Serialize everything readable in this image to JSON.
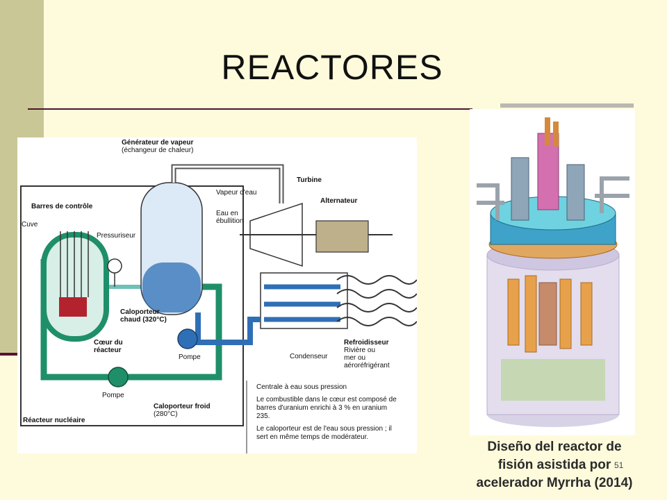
{
  "slide": {
    "title": "REACTORES",
    "slide_number": "51"
  },
  "schematic": {
    "labels": {
      "generator": "Générateur de vapeur",
      "generator_sub": "(échangeur de chaleur)",
      "steam": "Vapeur d'eau",
      "boiling_line1": "Eau en",
      "boiling_line2": "ébullition",
      "turbine": "Turbine",
      "alternator": "Alternateur",
      "control_rods": "Barres de contrôle",
      "vessel": "Cuve",
      "pressurizer": "Pressuriseur",
      "hot_coolant_line1": "Caloporteur",
      "hot_coolant_line2": "chaud (320°C)",
      "core_line1": "Cœur du",
      "core_line2": "réacteur",
      "pump_upper": "Pompe",
      "pump_lower": "Pompe",
      "condenser": "Condenseur",
      "cooler": "Refroidisseur",
      "cooler_sub1": "Rivière ou",
      "cooler_sub2": "mer ou",
      "cooler_sub3": "aéroréfrigérant",
      "cold_coolant_line1": "Caloporteur froid",
      "cold_coolant_line2": "(280°C)",
      "reactor": "Réacteur nucléaire"
    },
    "notes": {
      "title": "Centrale à eau sous pression",
      "fuel_line1": "Le combustible dans le cœur est composé de",
      "fuel_line2": "barres d'uranium enrichi à 3 % en uranium",
      "fuel_line3": "235.",
      "coolant_line1": "Le caloporteur est de l'eau sous pression ; il",
      "coolant_line2": "sert en même temps de modérateur."
    }
  },
  "render": {
    "caption_line1": "Diseño del reactor de",
    "caption_line2": "fisión asistida por",
    "caption_line3": "acelerador Myrrha (2014)"
  },
  "colors": {
    "background": "#fdfbdc",
    "left_band": "#c9c796",
    "accent_dark": "#4a1530",
    "primary_loop": "#1f8f6a",
    "secondary_loop": "#2f6fb5",
    "core": "#b3232e"
  }
}
